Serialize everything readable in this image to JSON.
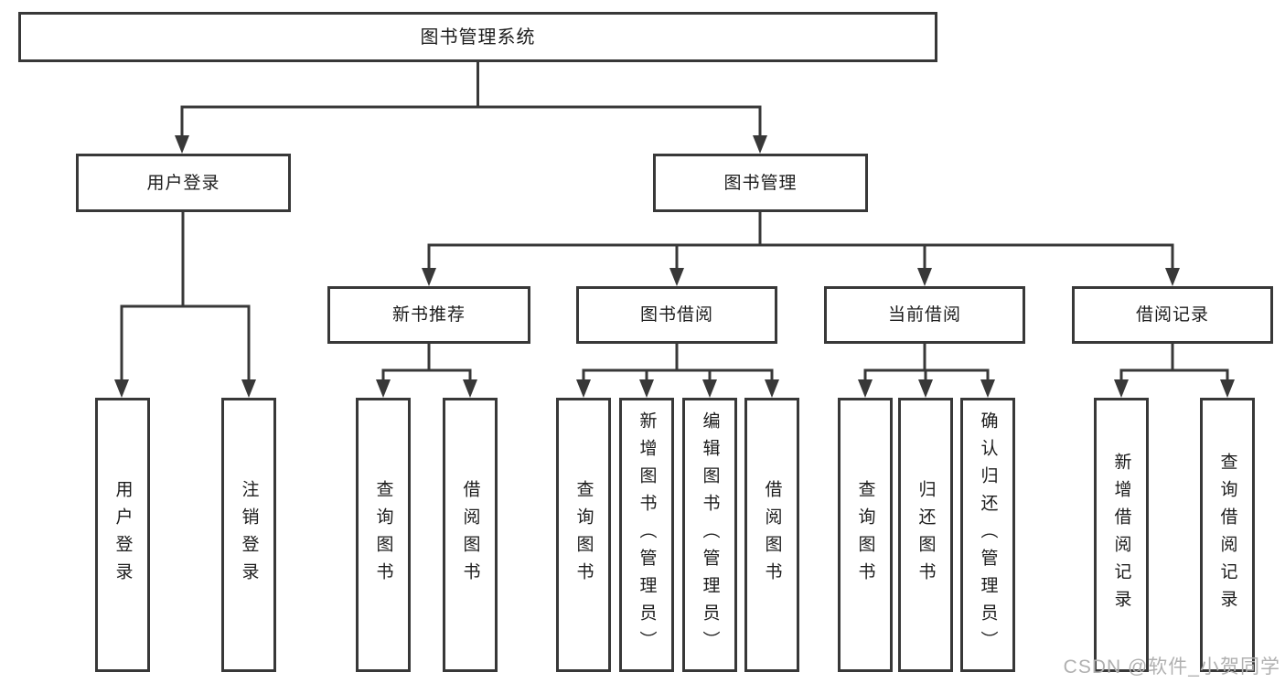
{
  "diagram": {
    "type": "hierarchy-tree",
    "colors": {
      "line": "#383838",
      "box_border": "#383838",
      "box_fill": "#ffffff",
      "text": "#1c1c1c",
      "watermark": "#b0b0b0",
      "background": "#ffffff"
    },
    "tree": {
      "root": {
        "label": "图书管理系统",
        "children": [
          {
            "label": "用户登录",
            "children": [
              {
                "label": "用户登录"
              },
              {
                "label": "注销登录"
              }
            ]
          },
          {
            "label": "图书管理",
            "children": [
              {
                "label": "新书推荐",
                "children": [
                  {
                    "label": "查询图书"
                  },
                  {
                    "label": "借阅图书"
                  }
                ]
              },
              {
                "label": "图书借阅",
                "children": [
                  {
                    "label": "查询图书"
                  },
                  {
                    "label": "新增图书（管理员）"
                  },
                  {
                    "label": "编辑图书（管理员）"
                  },
                  {
                    "label": "借阅图书"
                  }
                ]
              },
              {
                "label": "当前借阅",
                "children": [
                  {
                    "label": "查询图书"
                  },
                  {
                    "label": "归还图书"
                  },
                  {
                    "label": "确认归还（管理员）"
                  }
                ]
              },
              {
                "label": "借阅记录",
                "children": [
                  {
                    "label": "新增借阅记录"
                  },
                  {
                    "label": "查询借阅记录"
                  }
                ]
              }
            ]
          }
        ]
      }
    }
  },
  "watermark": {
    "text": "CSDN @软件_小贺同学"
  }
}
